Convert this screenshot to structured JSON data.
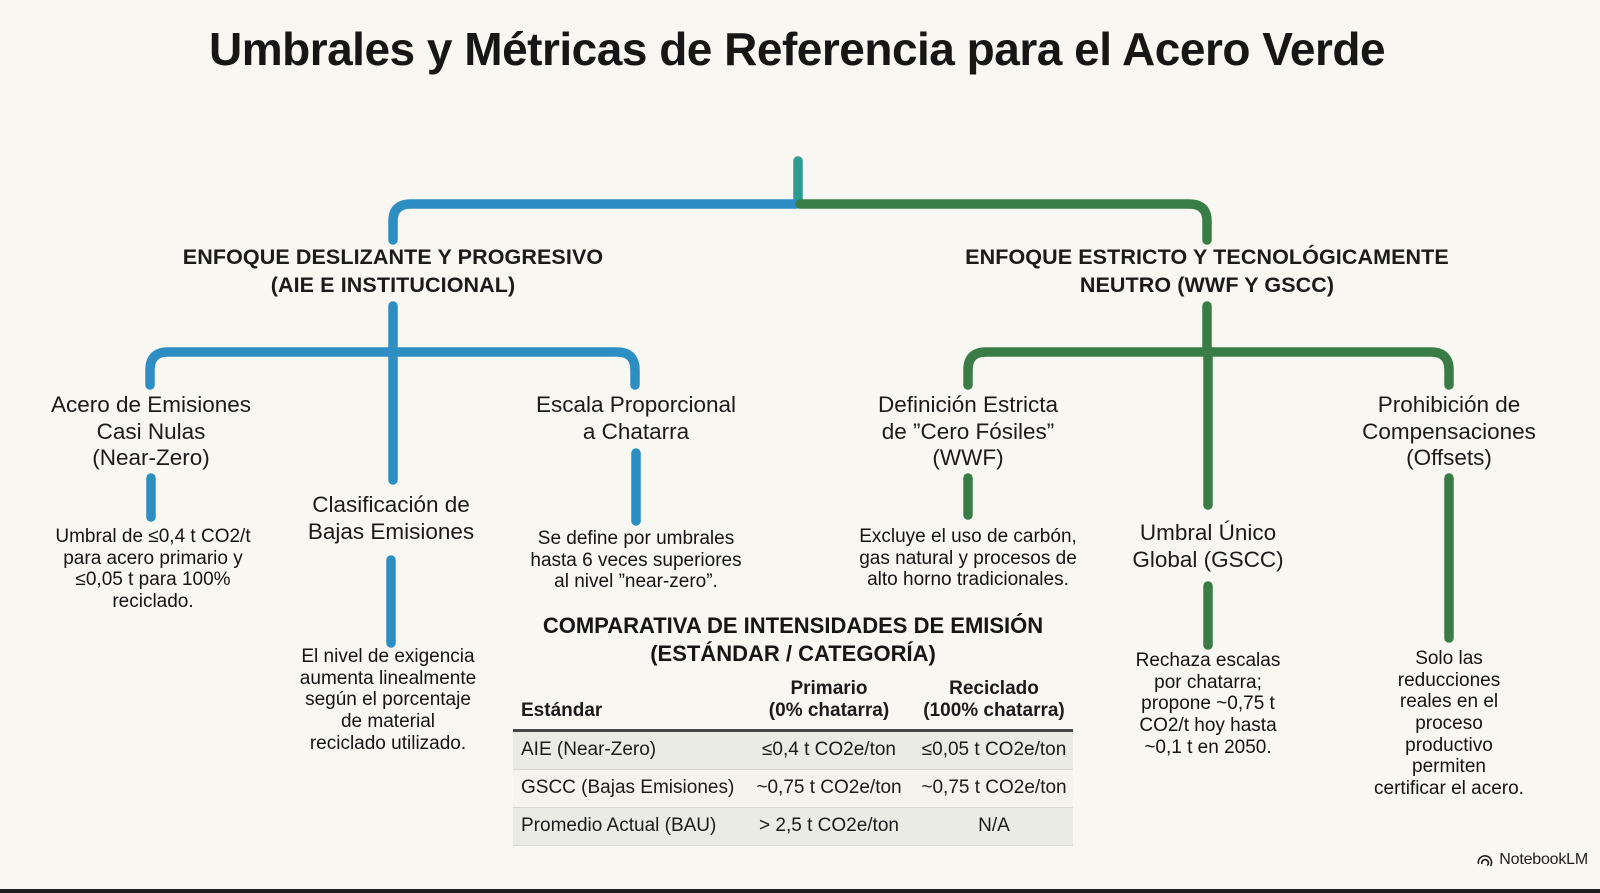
{
  "title": "Umbrales y Métricas de Referencia para el Acero Verde",
  "colors": {
    "background": "#F8F7F2",
    "text": "#1B1B1B",
    "blue_branch": "#2D8EC3",
    "green_branch": "#3A7C46",
    "teal_junction": "#2E9B93",
    "table_stripe": "#EBEBE5"
  },
  "tree": {
    "left_branch": {
      "heading": "ENFOQUE DESLIZANTE Y PROGRESIVO\n(AIE E INSTITUCIONAL)",
      "children": [
        {
          "heading": "Acero de Emisiones\nCasi Nulas\n(Near-Zero)",
          "description": "Umbral de ≤0,4 t CO2/t\npara acero primario y\n≤0,05 t para 100%\nreciclado."
        },
        {
          "heading": "Clasificación de\nBajas Emisiones",
          "description": "El nivel de exigencia\naumenta linealmente\nsegún el porcentaje\nde material\nreciclado utilizado."
        },
        {
          "heading": "Escala Proporcional\na Chatarra",
          "description": "Se define por umbrales\nhasta 6 veces superiores\nal nivel ”near-zero”."
        }
      ]
    },
    "right_branch": {
      "heading": "ENFOQUE ESTRICTO Y TECNOLÓGICAMENTE\nNEUTRO (WWF Y GSCC)",
      "children": [
        {
          "heading": "Definición Estricta\nde ”Cero Fósiles”\n(WWF)",
          "description": "Excluye el uso de carbón,\ngas natural y procesos de\nalto horno tradicionales."
        },
        {
          "heading": "Umbral Único\nGlobal (GSCC)",
          "description": "Rechaza escalas\npor chatarra;\npropone ~0,75 t\nCO2/t hoy hasta\n~0,1 t en 2050."
        },
        {
          "heading": "Prohibición de\nCompensaciones\n(Offsets)",
          "description": "Solo las reducciones\nreales en el proceso\nproductivo permiten\ncertificar el acero."
        }
      ]
    }
  },
  "table": {
    "title": "COMPARATIVA DE INTENSIDADES DE EMISIÓN\n(ESTÁNDAR / CATEGORÍA)",
    "columns": [
      "Estándar",
      "Primario\n(0% chatarra)",
      "Reciclado\n(100% chatarra)"
    ],
    "rows": [
      [
        "AIE (Near-Zero)",
        "≤0,4 t CO2e/ton",
        "≤0,05 t CO2e/ton"
      ],
      [
        "GSCC (Bajas Emisiones)",
        "~0,75 t CO2e/ton",
        "~0,75 t CO2e/ton"
      ],
      [
        "Promedio Actual (BAU)",
        "> 2,5 t CO2e/ton",
        "N/A"
      ]
    ]
  },
  "footer": {
    "brand": "NotebookLM"
  }
}
